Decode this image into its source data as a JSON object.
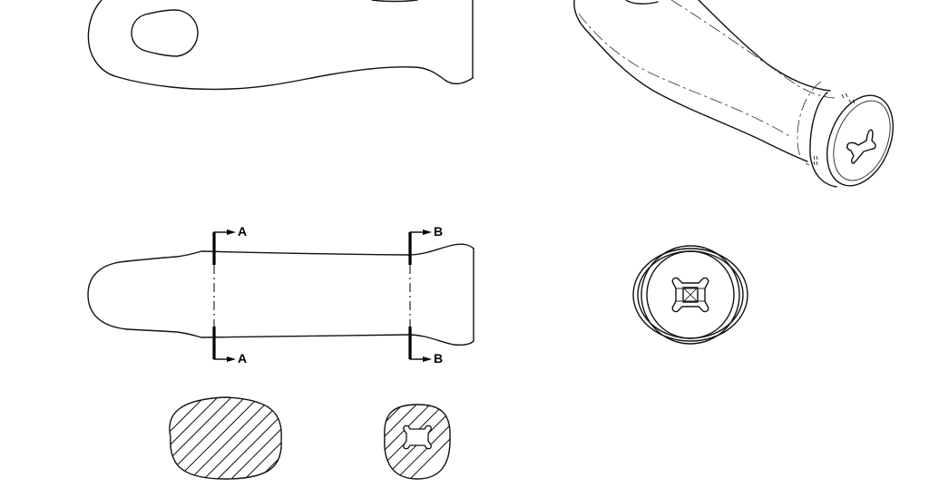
{
  "drawing": {
    "type": "patent design drawing - tool handle",
    "views": [
      {
        "id": "side-view-top",
        "description": "side elevation of handle with oval hole"
      },
      {
        "id": "perspective-view",
        "description": "isometric perspective of handle with cross-shaped socket end"
      },
      {
        "id": "top-view-with-sections",
        "description": "plan view with section lines A-A and B-B"
      },
      {
        "id": "end-view",
        "description": "end view showing socket"
      },
      {
        "id": "section-a",
        "description": "section A-A, solid hatched cross section"
      },
      {
        "id": "section-b",
        "description": "section B-B, hatched cross section with bone-shaped socket"
      }
    ],
    "section_labels": {
      "a_top": "A",
      "a_bottom": "A",
      "b_top": "B",
      "b_bottom": "B"
    },
    "colors": {
      "line": "#111111",
      "background": "#ffffff"
    }
  }
}
